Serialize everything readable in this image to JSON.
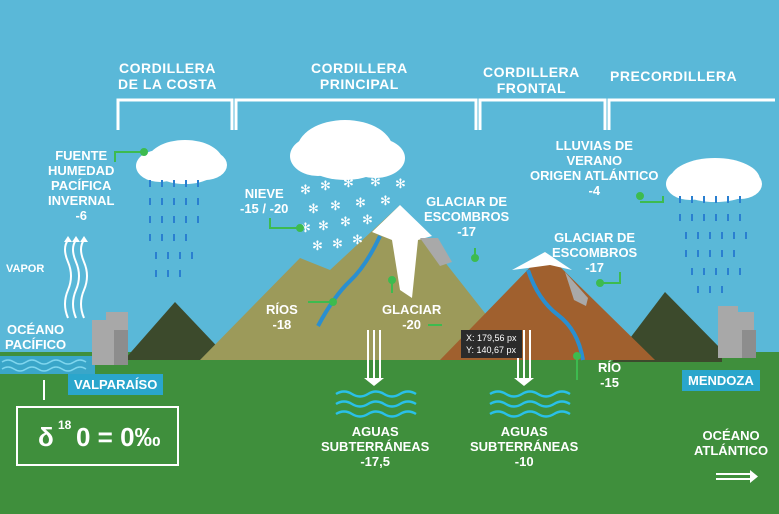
{
  "regions": {
    "costa": "CORDILLERA\nDE LA COSTA",
    "principal": "CORDILLERA\nPRINCIPAL",
    "frontal": "CORDILLERA\nFRONTAL",
    "precordillera": "PRECORDILLERA"
  },
  "labels": {
    "fuente": "FUENTE\nHUMEDAD\nPACÍFICA\nINVERNAL\n-6",
    "vapor": "VAPOR",
    "oceano_pacifico": "OCÉANO\nPACÍFICO",
    "valparaiso": "VALPARAÍSO",
    "nieve": "NIEVE\n-15 / -20",
    "rios": "RÍOS\n-18",
    "glaciar": "GLACIAR\n-20",
    "glaciar_escombros_1": "GLACIAR DE\nESCOMBROS\n-17",
    "glaciar_escombros_2": "GLACIAR DE\nESCOMBROS\n-17",
    "lluvias": "LLUVIAS DE\nVERANO\nORIGEN ATLÁNTICO\n-4",
    "rio": "RÍO\n-15",
    "aguas_1": "AGUAS\nSUBTERRÁNEAS\n-17,5",
    "aguas_2": "AGUAS\nSUBTERRÁNEAS\n-10",
    "mendoza": "MENDOZA",
    "oceano_atlantico": "OCÉANO\nATLÁNTICO"
  },
  "delta": {
    "symbol": "δ",
    "superscript": "18",
    "equation": "0 = 0‰"
  },
  "tooltip": {
    "x": "X: 179,56 px",
    "y": "Y: 140,67 px"
  },
  "colors": {
    "sky": "#5ab8d8",
    "ground": "#3f8f3c",
    "mountain_olive": "#9c9a5a",
    "mountain_brown": "#a0602e",
    "hill_dark": "#3c4a2c",
    "rain": "#2a7fd0",
    "callout": "#3dbb4f"
  }
}
